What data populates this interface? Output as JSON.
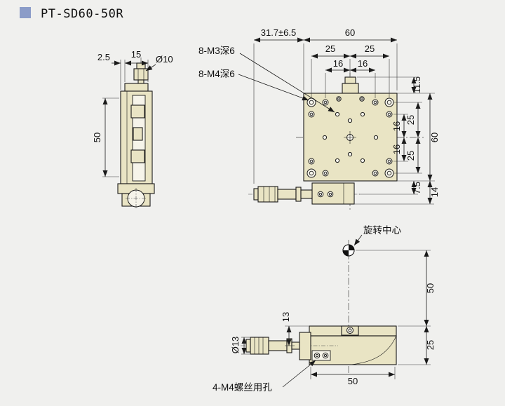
{
  "title": "PT-SD60-50R",
  "colors": {
    "background": "#f0f0ee",
    "part_fill": "#e9e4c4",
    "line": "#1a1a1a",
    "accent_square": "#8b9cc8"
  },
  "side_view": {
    "dim_top_width": "15",
    "dim_top_offset": "2.5",
    "dim_knob_diameter": "Ø10",
    "dim_body_height": "50"
  },
  "top_view": {
    "callout_m3_holes": "8-M3深6",
    "callout_m4_holes": "8-M4深6",
    "dim_micrometer_travel": "31.7±6.5",
    "dim_plate_width": "60",
    "dim_hole_cols_left": "25",
    "dim_hole_cols_right": "25",
    "dim_inner_cols_left": "16",
    "dim_inner_cols_right": "16",
    "dim_knob_overhang": "11.5",
    "dim_plate_height": "60",
    "dim_row_upper_16": "16",
    "dim_row_upper_25": "25",
    "dim_row_lower_16": "16",
    "dim_row_lower_25": "25",
    "dim_micrometer_axis_offset": "7.5",
    "dim_base_height": "14"
  },
  "front_view": {
    "label_rotation_center": "旋转中心",
    "dim_center_height": "50",
    "dim_axis_height": "13",
    "dim_thimble_diameter": "Ø13",
    "dim_stage_height": "25",
    "dim_base_width": "50",
    "callout_mounting_holes": "4-M4螺丝用孔"
  }
}
